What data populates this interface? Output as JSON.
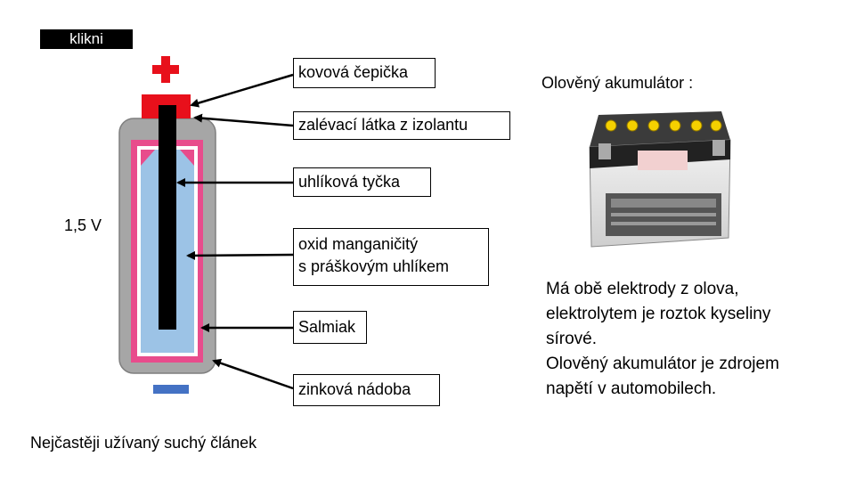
{
  "button": {
    "label": "klikni"
  },
  "cell": {
    "voltage": "1,5 V",
    "caption": "Nejčastěji užívaný suchý článek",
    "labels": {
      "cap": "kovová čepička",
      "sealant": "zalévací látka z izolantu",
      "rod": "uhlíková tyčka",
      "oxide_line1": "oxid manganičitý",
      "oxide_line2": "s práškovým uhlíkem",
      "salmiak": "Salmiak",
      "zinc": "zinková nádoba"
    }
  },
  "accumulator": {
    "title": "Olověný akumulátor :",
    "description_lines": [
      "Má obě elektrody z olova,",
      "elektrolytem je roztok kyseliny",
      "sírové.",
      "Olověný akumulátor je zdrojem",
      "napětí v automobilech."
    ]
  },
  "colors": {
    "plus_red": "#e8101b",
    "cap_red": "#e8101b",
    "casing_grey": "#a6a6a6",
    "zinc_pink": "#e84c8c",
    "electrolyte_blue": "#9cc3e6",
    "rod_black": "#000000",
    "minus_blue": "#4472c4"
  },
  "icons": [
    "plus-sign-icon",
    "minus-terminal-icon"
  ]
}
